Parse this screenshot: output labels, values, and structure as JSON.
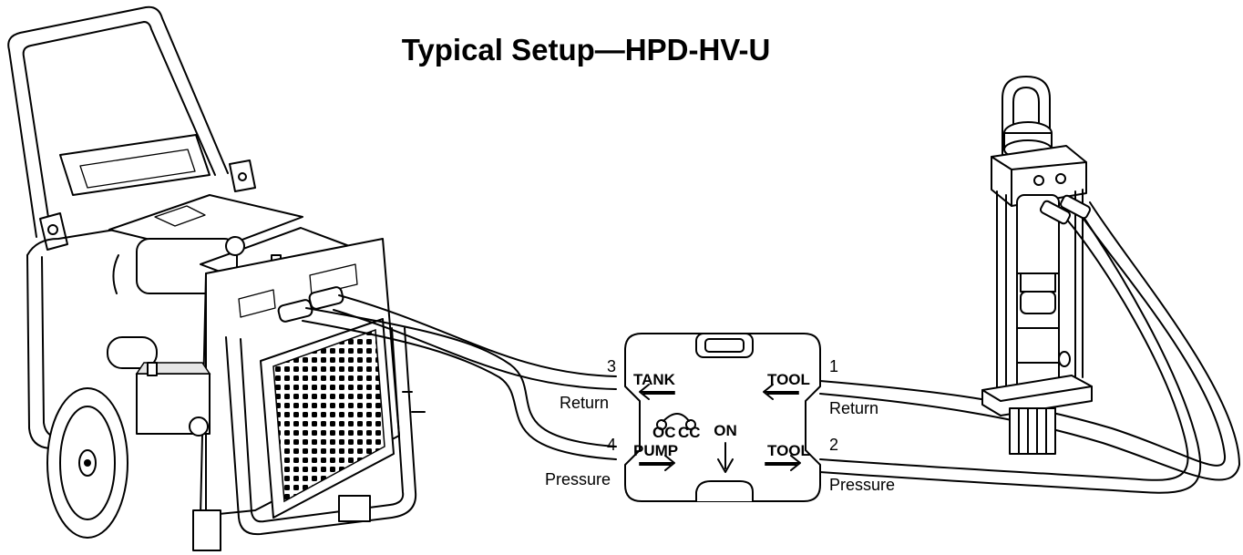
{
  "title": "Typical Setup—HPD-HV-U",
  "valve": {
    "top_left": "TANK",
    "bottom_left": "PUMP",
    "top_right": "TOOL",
    "bottom_right": "TOOL",
    "center": "ON"
  },
  "ports": [
    {
      "number": "3",
      "label": "Return"
    },
    {
      "number": "4",
      "label": "Pressure"
    },
    {
      "number": "1",
      "label": "Return"
    },
    {
      "number": "2",
      "label": "Pressure"
    }
  ],
  "icons": {
    "power_unit": "hydraulic-power-unit",
    "valve": "diverter-valve",
    "tool": "hydraulic-post-driver"
  }
}
